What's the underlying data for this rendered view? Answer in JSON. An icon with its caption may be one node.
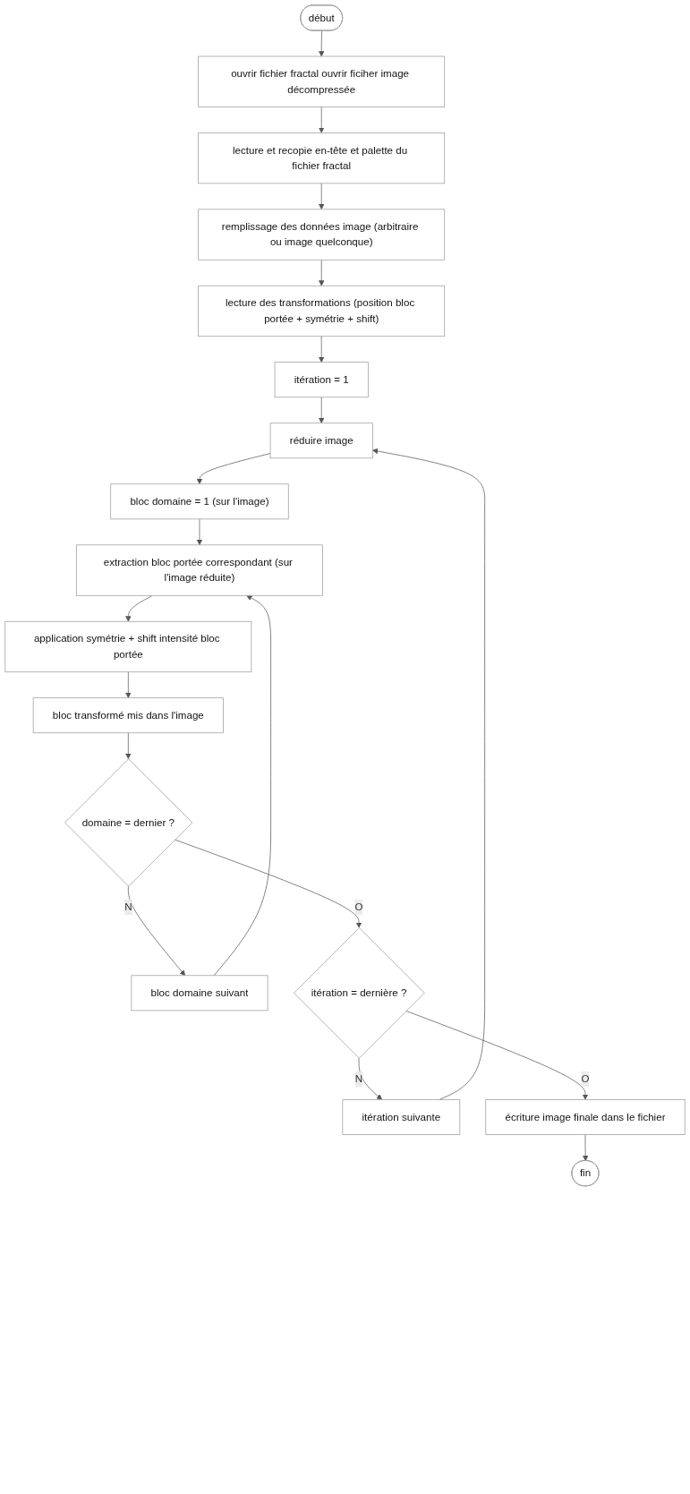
{
  "diagram": {
    "nodes": [
      {
        "text": [
          "début"
        ]
      },
      {
        "text": [
          "ouvrir fichier fractal ouvrir ficiher image décompressée"
        ]
      },
      {
        "text": [
          "lecture et recopie en-tête et palette du fichier fractal"
        ]
      },
      {
        "text": [
          "remplissage des données image (arbitraire ou image quelconque)"
        ]
      },
      {
        "text": [
          "lecture des transformations (position bloc portée + symétrie + shift)"
        ]
      },
      {
        "text": [
          "itération = 1"
        ]
      },
      {
        "text": [
          "réduire image"
        ]
      },
      {
        "text": [
          "bloc domaine = 1 (sur l'image)"
        ]
      },
      {
        "text": [
          "extraction bloc portée correspondant (sur l'image réduite)"
        ]
      },
      {
        "text": [
          "application symétrie + shift intensité bloc portée"
        ]
      },
      {
        "text": [
          "bloc transformé mis dans l'image"
        ]
      },
      {
        "text": [
          "domaine = dernier ?"
        ]
      },
      {
        "text": [
          "bloc domaine suivant"
        ]
      },
      {
        "text": [
          "itération = dernière ?"
        ]
      },
      {
        "text": [
          "itération suivante"
        ]
      },
      {
        "text": [
          "écriture image finale dans le fichier"
        ]
      },
      {
        "text": [
          "fin"
        ]
      }
    ],
    "edges": [
      {
        "from": 0,
        "to": 1,
        "arrow": "to"
      },
      {
        "from": 1,
        "to": 2,
        "arrow": "to"
      },
      {
        "from": 2,
        "to": 3,
        "arrow": "to"
      },
      {
        "from": 3,
        "to": 4,
        "arrow": "to"
      },
      {
        "from": 4,
        "to": 5,
        "arrow": "to"
      },
      {
        "from": 5,
        "to": 6,
        "arrow": "to"
      },
      {
        "from": 6,
        "to": 7,
        "arrow": "to"
      },
      {
        "from": 7,
        "to": 8,
        "arrow": "to"
      },
      {
        "from": 8,
        "to": 9,
        "arrow": "to"
      },
      {
        "from": 9,
        "to": 10,
        "arrow": "to"
      },
      {
        "from": 10,
        "to": 11,
        "arrow": "to"
      },
      {
        "from": 11,
        "to": 12,
        "label": "N",
        "arrow": "to"
      },
      {
        "from": 12,
        "to": 8,
        "arrow": "to"
      },
      {
        "from": 11,
        "to": 13,
        "label": "O",
        "arrow": "to"
      },
      {
        "from": 13,
        "to": 14,
        "label": "N",
        "arrow": "to"
      },
      {
        "from": 14,
        "to": 6,
        "arrow": "to"
      },
      {
        "from": 13,
        "to": 15,
        "label": "O",
        "arrow": "to"
      },
      {
        "from": 15,
        "to": 16,
        "arrow": "to"
      }
    ]
  }
}
